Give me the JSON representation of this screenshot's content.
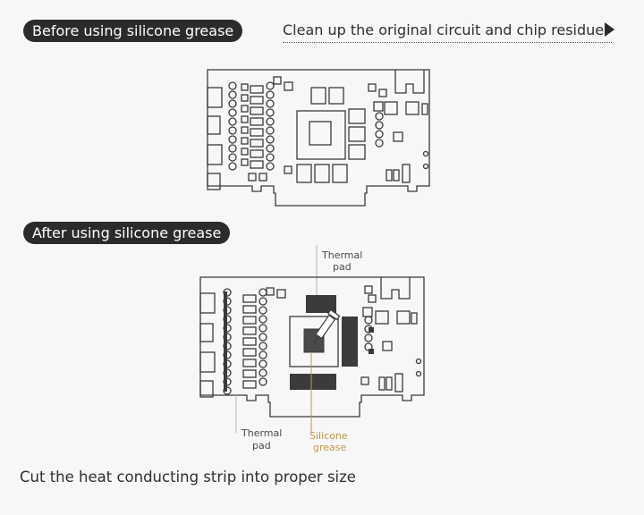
{
  "before": {
    "heading": "Before using silicone grease",
    "note": "Clean up the original circuit and chip residue"
  },
  "after": {
    "heading": "After using silicone grease"
  },
  "labels": {
    "thermal_pad_top": [
      "Thermal",
      "pad"
    ],
    "thermal_pad_bottom": [
      "Thermal",
      "pad"
    ],
    "silicone_grease": [
      "Silicone",
      "grease"
    ]
  },
  "footer": "Cut the heat conducting strip into proper size",
  "colors": {
    "pill_bg": "#2b2b2b",
    "board_stroke": "#3a3a3a",
    "thermal_pad": "#3b3b3b",
    "silicone_grease": "#b89a4e",
    "leader_line": "#b5b5b5"
  },
  "icons": {
    "arrow": "play-triangle-icon",
    "syringe": "syringe-icon"
  }
}
